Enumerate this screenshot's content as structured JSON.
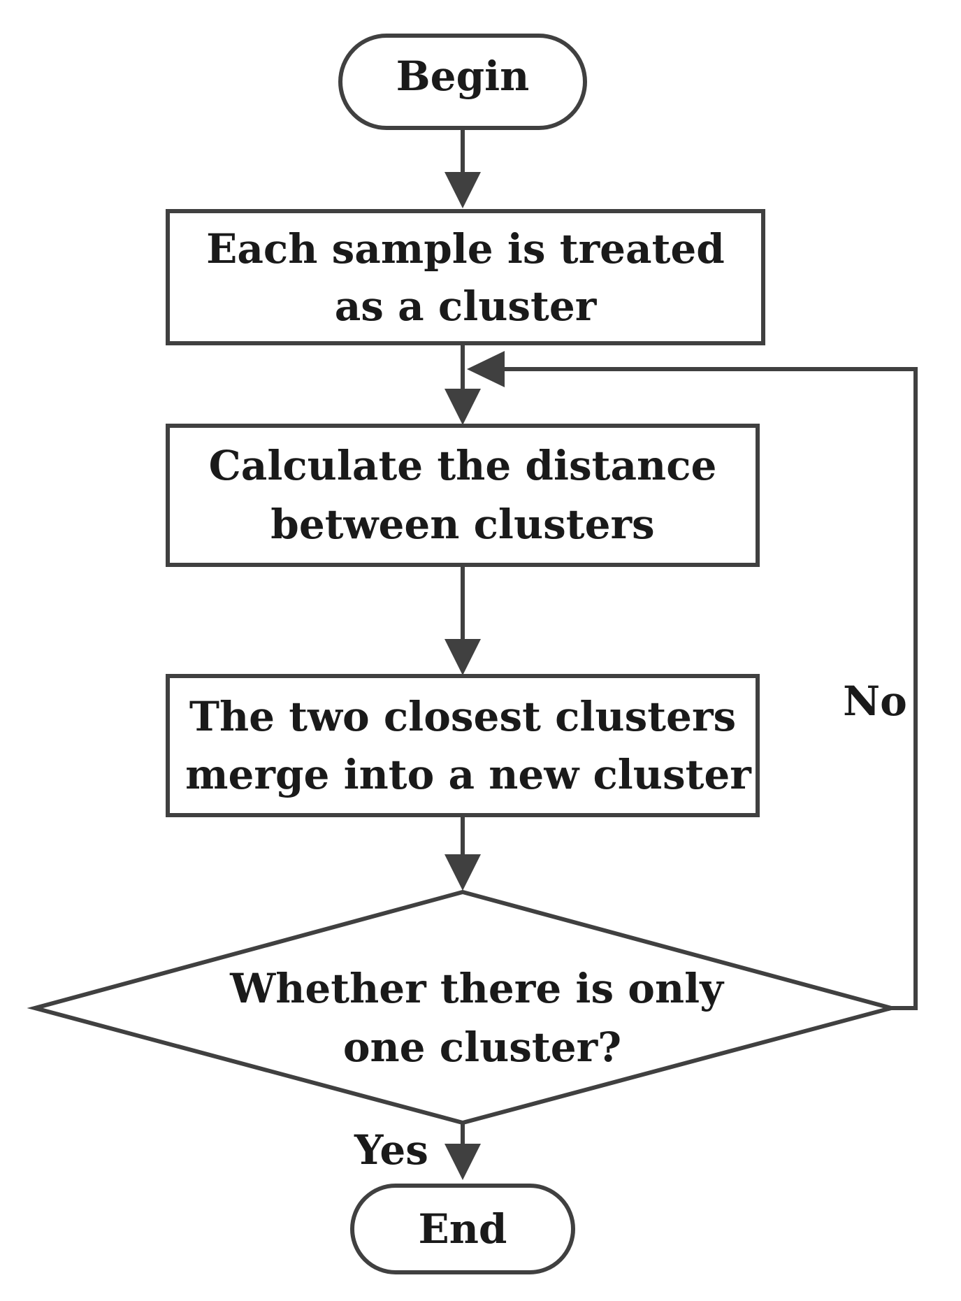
{
  "flowchart": {
    "begin": "Begin",
    "step1": [
      "Each sample is treated",
      "as a cluster"
    ],
    "step2": [
      "Calculate the distance",
      "between clusters"
    ],
    "step3": [
      "The two closest clusters",
      "merge into a new cluster"
    ],
    "decision": [
      "Whether there is only",
      "one cluster?"
    ],
    "no_label": "No",
    "yes_label": "Yes",
    "end": "End"
  },
  "colors": {
    "stroke": "#404040",
    "text": "#1a1a1a",
    "background": "#ffffff"
  }
}
